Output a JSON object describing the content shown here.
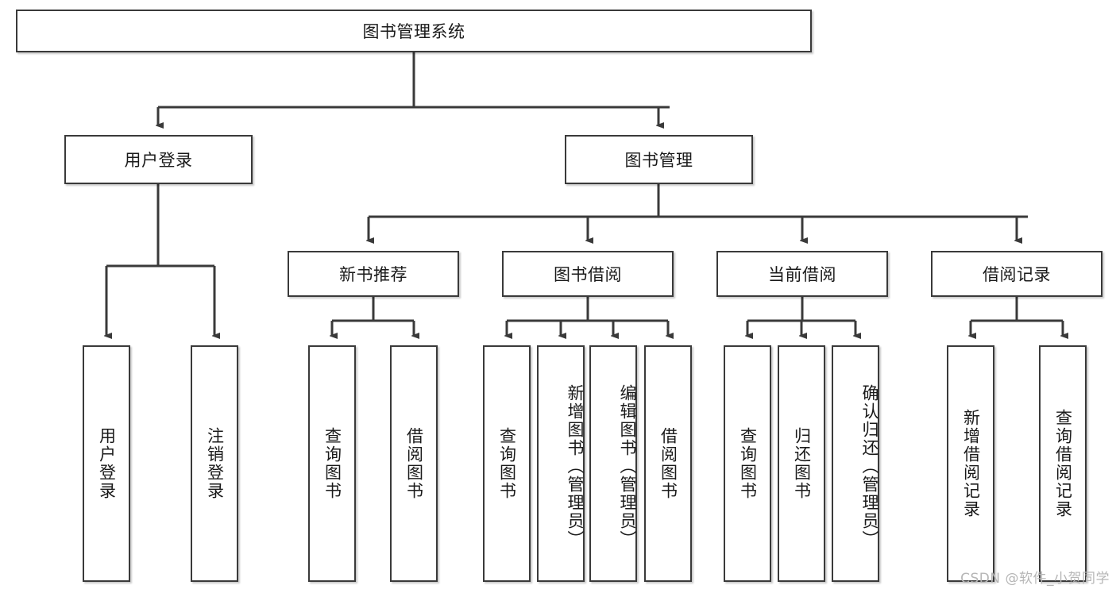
{
  "diagram": {
    "type": "tree-hierarchy-chart",
    "title": "图书管理系统",
    "line_color": "#3a3a3a",
    "box_fill": "#ffffff",
    "text_color": "#1a1a1a",
    "watermark": "CSDN @软件_小贺同学",
    "levels": {
      "root": {
        "label": "图书管理系统"
      },
      "level2": [
        {
          "label": "用户登录"
        },
        {
          "label": "图书管理"
        }
      ],
      "level3": [
        {
          "label": "新书推荐"
        },
        {
          "label": "图书借阅"
        },
        {
          "label": "当前借阅"
        },
        {
          "label": "借阅记录"
        }
      ],
      "leaves": {
        "user_login": [
          {
            "label": "用户登录"
          },
          {
            "label": "注销登录"
          }
        ],
        "new_book_recommend": [
          {
            "label": "查询图书"
          },
          {
            "label": "借阅图书"
          }
        ],
        "book_borrow": [
          {
            "label": "查询图书"
          },
          {
            "label": "新增图书（管理员）"
          },
          {
            "label": "编辑图书（管理员）"
          },
          {
            "label": "借阅图书"
          }
        ],
        "current_borrow": [
          {
            "label": "查询图书"
          },
          {
            "label": "归还图书"
          },
          {
            "label": "确认归还（管理员）"
          }
        ],
        "borrow_record": [
          {
            "label": "新增借阅记录"
          },
          {
            "label": "查询借阅记录"
          }
        ]
      }
    }
  }
}
